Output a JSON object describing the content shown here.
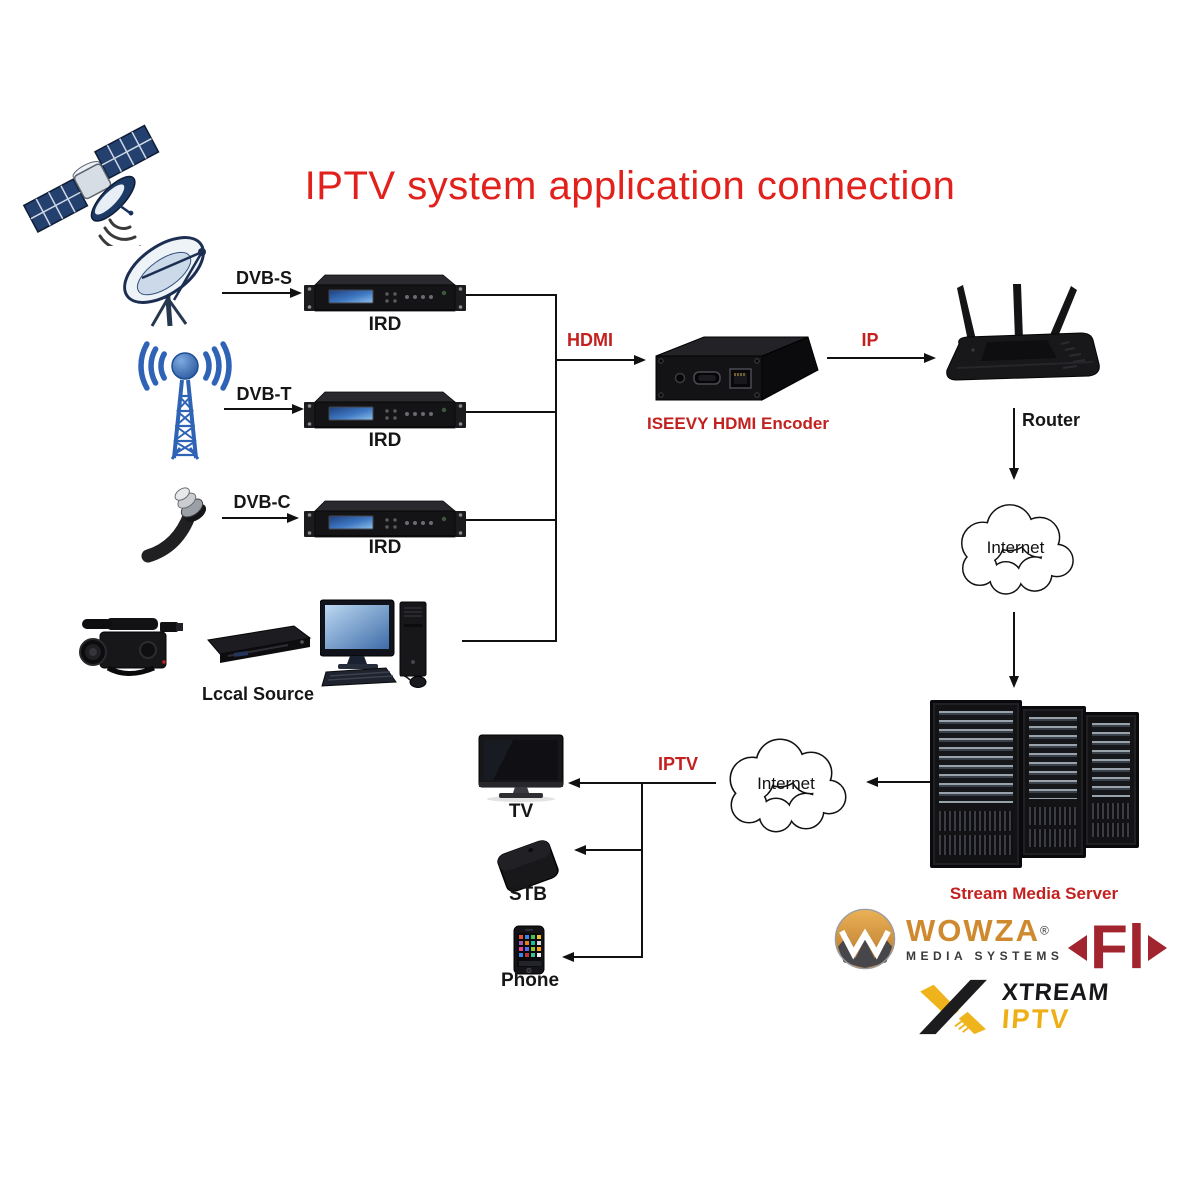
{
  "title": "IPTV system application connection",
  "colors": {
    "title_red": "#e2211c",
    "label_red": "#c32120",
    "line_black": "#111111",
    "tower_blue": "#2f63b5",
    "wowza_orange": "#cf8a2f",
    "flussonic_red": "#a1242e",
    "xtream_yellow": "#eeaf15"
  },
  "source_rows": [
    {
      "link_label": "DVB-S",
      "device_label": "IRD",
      "icon": "satellite-dish-icon"
    },
    {
      "link_label": "DVB-T",
      "device_label": "IRD",
      "icon": "broadcast-tower-icon"
    },
    {
      "link_label": "DVB-C",
      "device_label": "IRD",
      "icon": "coax-cable-icon"
    }
  ],
  "local_source": {
    "label": "Lccal Source"
  },
  "connections": {
    "hdmi": "HDMI",
    "ip": "IP",
    "iptv": "IPTV"
  },
  "encoder": {
    "label": "ISEEVY HDMI Encoder"
  },
  "router": {
    "label": "Router"
  },
  "internet_top": {
    "label": "Internet"
  },
  "internet_bottom": {
    "label": "Internet"
  },
  "server": {
    "label": "Stream Media Server"
  },
  "endpoints": [
    {
      "label": "TV"
    },
    {
      "label": "STB"
    },
    {
      "label": "Phone"
    }
  ],
  "logos": {
    "wowza": {
      "name": "WOWZA",
      "reg": "®",
      "subtitle": "MEDIA SYSTEMS"
    },
    "flussonic": {
      "text": "Fl"
    },
    "xtream": {
      "line1": "XTREAM",
      "line2": "IPTV"
    }
  }
}
